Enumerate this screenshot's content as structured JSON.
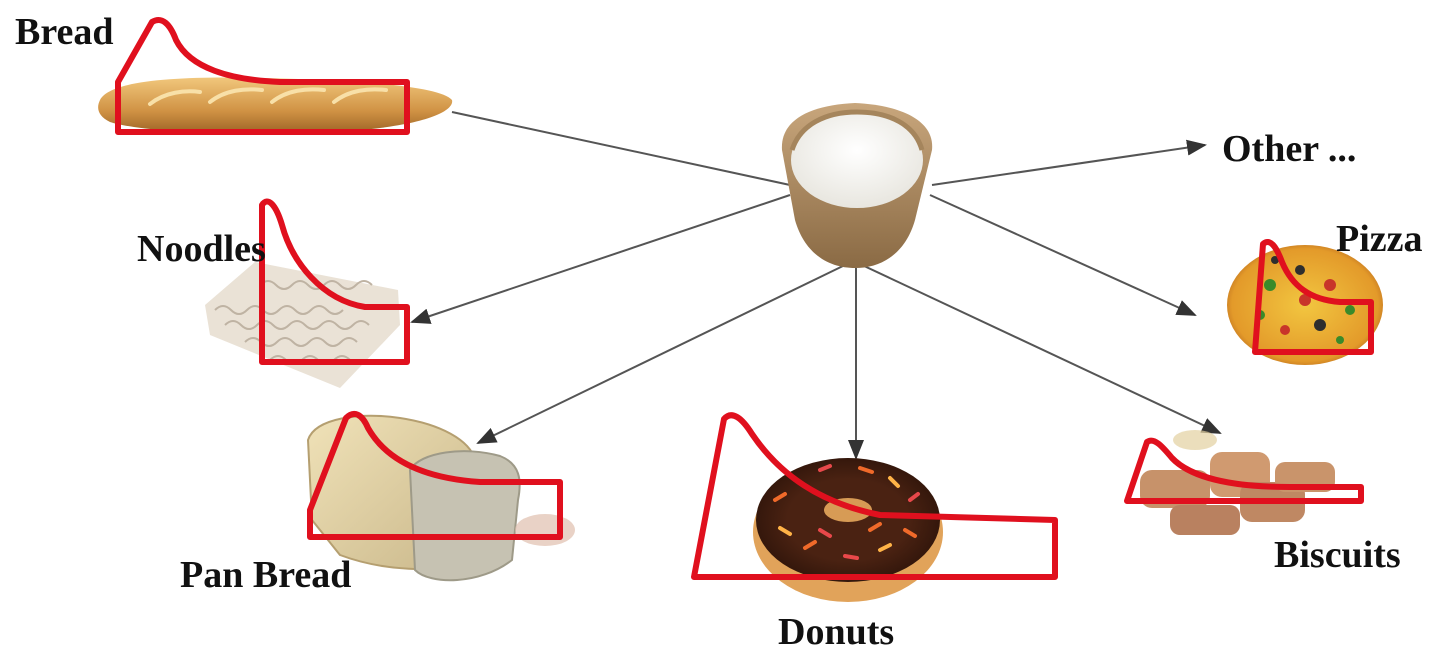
{
  "diagram": {
    "center": {
      "name": "flour"
    },
    "labels": {
      "bread": "Bread",
      "noodles": "Noodles",
      "pan_bread": "Pan Bread",
      "donuts": "Donuts",
      "biscuits": "Biscuits",
      "pizza": "Pizza",
      "other": "Other ..."
    }
  },
  "colors": {
    "background": "#ffffff",
    "arrow": "#555555",
    "highlight": "#e0101e",
    "text": "#111111"
  },
  "icons": {
    "center": "flour-bowl-icon",
    "bread": "baguette-icon",
    "noodles": "instant-noodles-icon",
    "pan_bread": "loaf-bread-icon",
    "donuts": "chocolate-donut-icon",
    "biscuits": "biscuits-icon",
    "pizza": "pizza-icon"
  }
}
